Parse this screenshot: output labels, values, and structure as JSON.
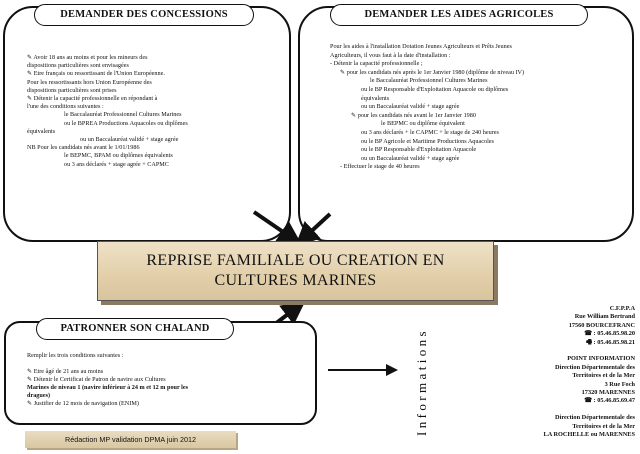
{
  "concessions": {
    "title": "DEMANDER DES CONCESSIONS",
    "lines": [
      "✎ Avoir 18 ans au moins et pour les mineurs des",
      "dispositions particulières sont envisagées",
      "✎ Etre français ou ressortissant de l'Union Européenne.",
      "Pour les ressortissants hors Union Européenne des",
      "dispositions particulières sont prises",
      "✎ Détenir la capacité professionnelle en répondant à",
      "l'une des conditions suivantes :",
      "le Baccalauréat Professionnel Cultures Marines",
      "ou le BPREA Productions Aquacoles ou diplômes",
      "équivalents",
      "ou un Baccalauréat validé + stage agrée",
      "NB Pour les candidats nés avant le 1/01/1986",
      "le BEPMC, BPAM ou diplômes équivalents",
      "ou 3 ans déclarés + stage agrée + CAPMC"
    ]
  },
  "aides": {
    "title": "DEMANDER LES AIDES AGRICOLES",
    "lines": [
      "Pour les aides à l'installation Dotation Jeunes Agriculteurs et Prêts Jeunes",
      "Agriculteurs, il vous faut à la date d'installation :",
      "- Détenir la capacité professionnelle ;",
      "✎ pour les candidats nés après le 1er Janvier 1980 (diplôme de niveau IV)",
      "le Baccalauréat Professionnel Cultures Marines",
      "ou le BP Responsable d'Exploitation Aquacole ou diplômes",
      "équivalents",
      "ou un Baccalauréat validé + stage agrée",
      "✎ pour les candidats nés avant le 1er Janvier 1980",
      "le BEPMC ou diplôme équivalent",
      "ou 3 ans déclarés + le CAPMC + le stage de 240 heures",
      "ou le BP Agricole et Maritime Productions Aquacoles",
      "ou le BP Responsable d'Exploitation Aquacole",
      "ou un Baccalauréat validé + stage agrée",
      "- Effectuer le stage de 40 heures"
    ]
  },
  "center": {
    "line1": "REPRISE FAMILIALE OU CREATION EN",
    "line2": "CULTURES MARINES"
  },
  "patronner": {
    "title": "PATRONNER SON CHALAND",
    "intro": "Remplir les trois conditions suivantes :",
    "lines": [
      "✎ Etre âgé de 21 ans au moins",
      "✎ Détenir le Certificat de Patron de navire aux Cultures",
      "Marines de niveau 1 (navire inférieur à 24 m et 12 m pour les",
      "dragues)",
      "✎ Justifier de 12 mois de navigation (ENIM)"
    ]
  },
  "redaction": "Rédaction MP validation DPMA juin 2012",
  "informations_label": "Informations",
  "contacts": [
    "C.F.P.P.A",
    "Rue William Bertrand",
    "17560 BOURCEFRANC",
    "☎ : 05.46.85.98.20",
    "🖷 : 05.46.85.98.21",
    "",
    "POINT INFORMATION",
    "Direction Départementale des",
    "Territoires et de la Mer",
    "3 Rue Foch",
    "17320 MARENNES",
    "☎ : 05.46.85.69.47",
    "",
    "Direction Départementale des",
    "Territoires et de la Mer",
    "LA ROCHELLE ou MARENNES"
  ]
}
